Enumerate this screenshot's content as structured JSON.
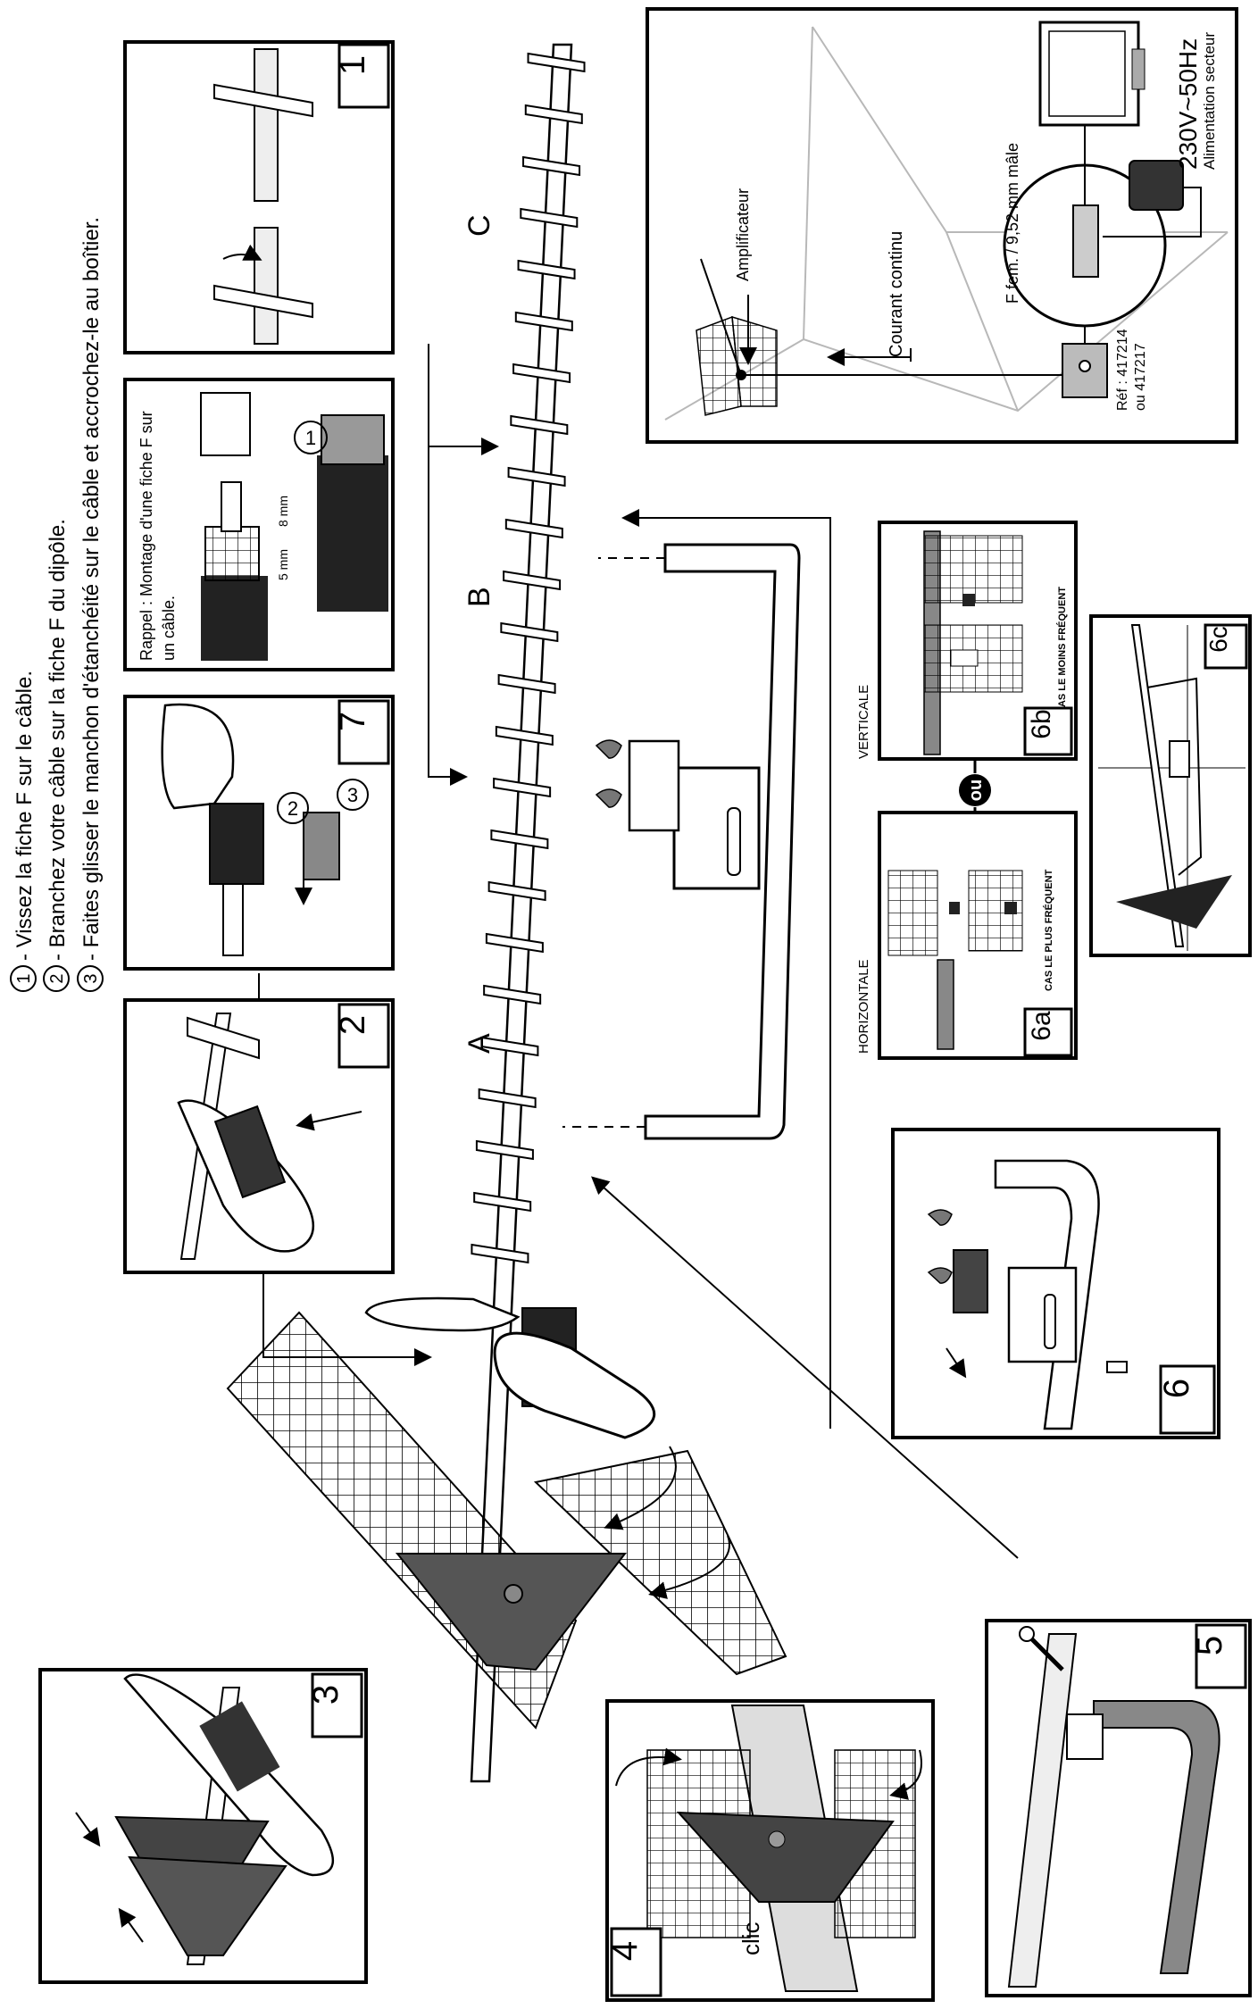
{
  "instructions": [
    {
      "num": "1",
      "text": "- Vissez la fiche F sur le câble."
    },
    {
      "num": "2",
      "text": "- Branchez votre câble sur la fiche F du dipôle."
    },
    {
      "num": "3",
      "text": "- Faites glisser le manchon d'étanchéité sur le câble et accrochez-le au boîtier."
    }
  ],
  "step_labels": {
    "s1": "1",
    "s2": "2",
    "s3": "3",
    "s4": "4",
    "s5": "5",
    "s6": "6",
    "s7": "7",
    "s6a": "6a",
    "s6b": "6b",
    "s6c": "6c"
  },
  "section_labels": {
    "a": "A",
    "b": "B",
    "c": "C"
  },
  "reminder": {
    "line1": "Rappel : Montage d'une fiche F sur",
    "line2": "un câble.",
    "dim1": "5 mm",
    "dim2": "8 mm",
    "circle": "1"
  },
  "step7_circles": {
    "c2": "2",
    "c3": "3"
  },
  "amp_panel": {
    "power": "230V~50Hz",
    "power_sub": "Alimentation secteur",
    "connector": "F fem. / 9,52 mm mâle",
    "amplifier": "Amplificateur",
    "dc": "Courant continu",
    "ref1": "Réf : 417214",
    "ref2": "ou 417217"
  },
  "polarization": {
    "horizontal": "HORIZONTALE",
    "most_common": "CAS LE PLUS FRÉQUENT",
    "vertical": "VERTICALE",
    "least_common": "CAS LE MOINS FRÉQUENT",
    "ou": "ou"
  },
  "clic": "clic"
}
